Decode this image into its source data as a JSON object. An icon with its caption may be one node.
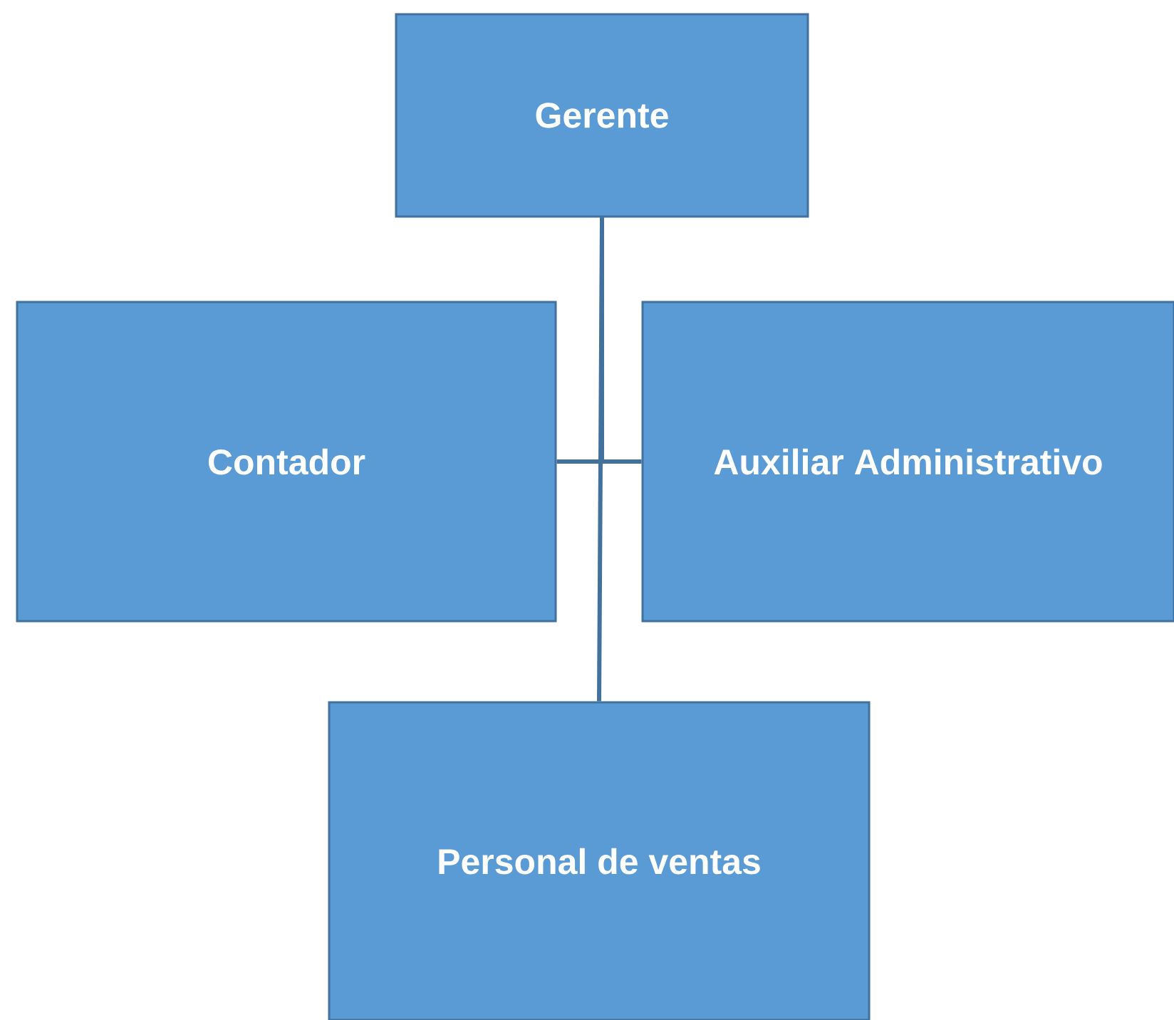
{
  "diagram": {
    "nodes": [
      {
        "text": [
          "Gerente"
        ]
      },
      {
        "text": [
          "Contador"
        ]
      },
      {
        "text": [
          "Auxiliar Administrativo"
        ]
      },
      {
        "text": [
          "Personal de ventas"
        ]
      }
    ],
    "edges": [
      {
        "from": 0,
        "to": 1,
        "arrow": "none"
      },
      {
        "from": 0,
        "to": 2,
        "arrow": "none"
      },
      {
        "from": 0,
        "to": 3,
        "arrow": "none"
      }
    ]
  }
}
